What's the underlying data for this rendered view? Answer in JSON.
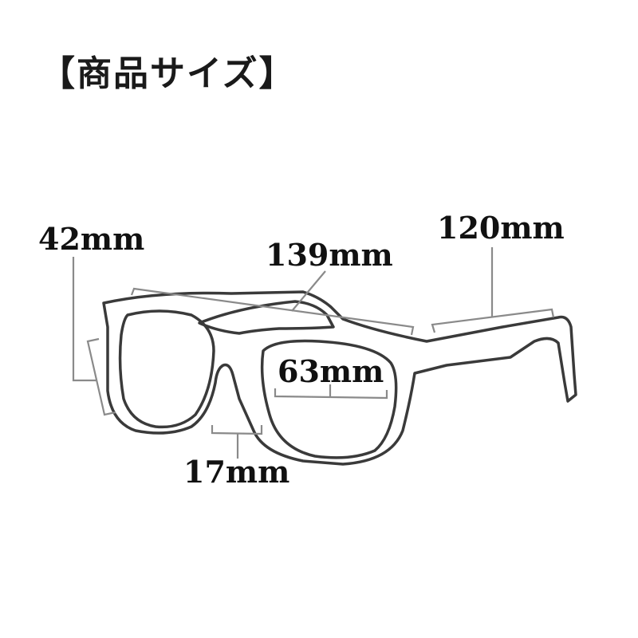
{
  "title": "【商品サイズ】",
  "measurements": {
    "lens_height": "42mm",
    "total_width": "139mm",
    "temple_length": "120mm",
    "lens_width": "63mm",
    "bridge_width": "17mm"
  },
  "colors": {
    "text": "#111111",
    "outline": "#3a3a3a",
    "dimension_line": "#8a8a8a",
    "background": "#ffffff"
  }
}
